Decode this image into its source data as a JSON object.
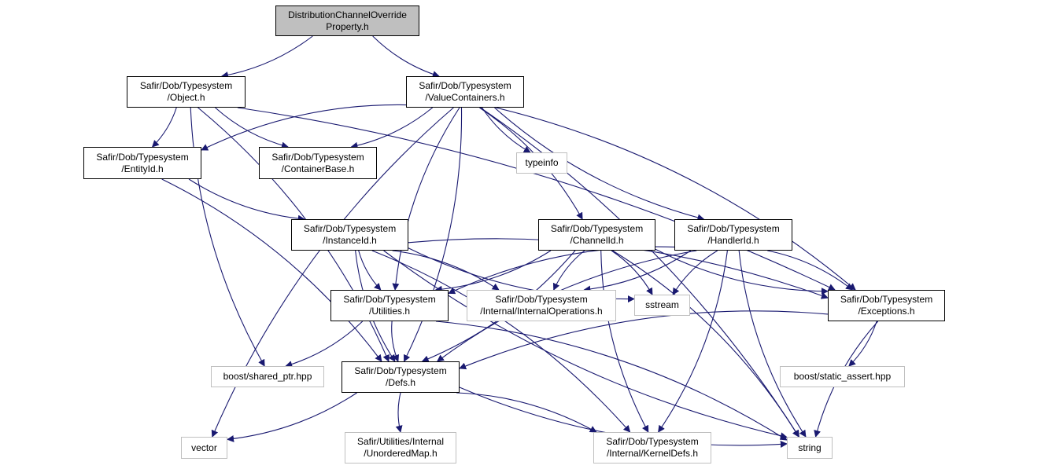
{
  "nodes": {
    "root": [
      "DistributionChannelOverride",
      "Property.h"
    ],
    "object": [
      "Safir/Dob/Typesystem",
      "/Object.h"
    ],
    "valuecontainers": [
      "Safir/Dob/Typesystem",
      "/ValueContainers.h"
    ],
    "entityid": [
      "Safir/Dob/Typesystem",
      "/EntityId.h"
    ],
    "containerbase": [
      "Safir/Dob/Typesystem",
      "/ContainerBase.h"
    ],
    "typeinfo": [
      "typeinfo"
    ],
    "instanceid": [
      "Safir/Dob/Typesystem",
      "/InstanceId.h"
    ],
    "channelid": [
      "Safir/Dob/Typesystem",
      "/ChannelId.h"
    ],
    "handlerid": [
      "Safir/Dob/Typesystem",
      "/HandlerId.h"
    ],
    "utilities": [
      "Safir/Dob/Typesystem",
      "/Utilities.h"
    ],
    "internalops": [
      "Safir/Dob/Typesystem",
      "/Internal/InternalOperations.h"
    ],
    "sstream": [
      "sstream"
    ],
    "exceptions": [
      "Safir/Dob/Typesystem",
      "/Exceptions.h"
    ],
    "sharedptr": [
      "boost/shared_ptr.hpp"
    ],
    "defs": [
      "Safir/Dob/Typesystem",
      "/Defs.h"
    ],
    "staticassert": [
      "boost/static_assert.hpp"
    ],
    "vector": [
      "vector"
    ],
    "unorderedmap": [
      "Safir/Utilities/Internal",
      "/UnorderedMap.h"
    ],
    "kerneldefs": [
      "Safir/Dob/Typesystem",
      "/Internal/KernelDefs.h"
    ],
    "string": [
      "string"
    ]
  },
  "edges": [
    [
      "root",
      "object"
    ],
    [
      "root",
      "valuecontainers"
    ],
    [
      "object",
      "entityid"
    ],
    [
      "object",
      "containerbase"
    ],
    [
      "object",
      "exceptions"
    ],
    [
      "object",
      "sharedptr"
    ],
    [
      "object",
      "defs"
    ],
    [
      "valuecontainers",
      "entityid"
    ],
    [
      "valuecontainers",
      "containerbase"
    ],
    [
      "valuecontainers",
      "typeinfo"
    ],
    [
      "valuecontainers",
      "channelid"
    ],
    [
      "valuecontainers",
      "handlerid"
    ],
    [
      "valuecontainers",
      "exceptions"
    ],
    [
      "valuecontainers",
      "utilities"
    ],
    [
      "valuecontainers",
      "defs"
    ],
    [
      "valuecontainers",
      "vector"
    ],
    [
      "valuecontainers",
      "string"
    ],
    [
      "entityid",
      "instanceid"
    ],
    [
      "entityid",
      "defs"
    ],
    [
      "instanceid",
      "utilities"
    ],
    [
      "instanceid",
      "internalops"
    ],
    [
      "instanceid",
      "sstream"
    ],
    [
      "instanceid",
      "exceptions"
    ],
    [
      "instanceid",
      "defs"
    ],
    [
      "instanceid",
      "kerneldefs"
    ],
    [
      "instanceid",
      "string"
    ],
    [
      "channelid",
      "utilities"
    ],
    [
      "channelid",
      "internalops"
    ],
    [
      "channelid",
      "sstream"
    ],
    [
      "channelid",
      "exceptions"
    ],
    [
      "channelid",
      "defs"
    ],
    [
      "channelid",
      "kerneldefs"
    ],
    [
      "channelid",
      "string"
    ],
    [
      "handlerid",
      "utilities"
    ],
    [
      "handlerid",
      "internalops"
    ],
    [
      "handlerid",
      "sstream"
    ],
    [
      "handlerid",
      "exceptions"
    ],
    [
      "handlerid",
      "defs"
    ],
    [
      "handlerid",
      "kerneldefs"
    ],
    [
      "handlerid",
      "string"
    ],
    [
      "utilities",
      "sharedptr"
    ],
    [
      "utilities",
      "defs"
    ],
    [
      "utilities",
      "string"
    ],
    [
      "exceptions",
      "defs"
    ],
    [
      "exceptions",
      "staticassert"
    ],
    [
      "exceptions",
      "string"
    ],
    [
      "defs",
      "vector"
    ],
    [
      "defs",
      "unorderedmap"
    ],
    [
      "defs",
      "kerneldefs"
    ],
    [
      "defs",
      "string"
    ]
  ],
  "colors": {
    "edge": "#191970",
    "root_fill": "#bfbfbf",
    "external_border": "#bfbfbf",
    "node_border": "#000000"
  }
}
